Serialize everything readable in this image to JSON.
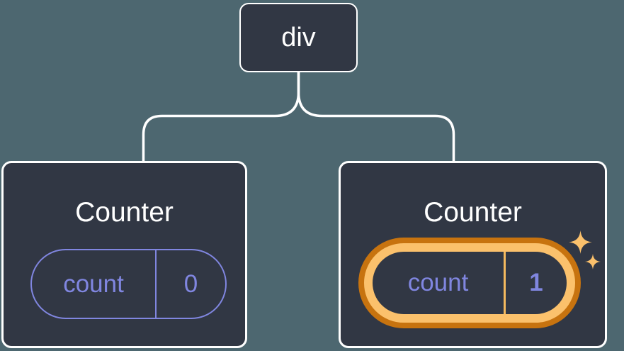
{
  "root_node": {
    "label": "div"
  },
  "nodes": [
    {
      "title": "Counter",
      "state": {
        "name": "count",
        "value": "0"
      },
      "highlighted": false
    },
    {
      "title": "Counter",
      "state": {
        "name": "count",
        "value": "1"
      },
      "highlighted": true
    }
  ],
  "colors": {
    "background": "#4d6770",
    "node_fill": "#313744",
    "node_border": "#ffffff",
    "state_accent_purple": "#8086e0",
    "highlight_ring_outer": "#c7730f",
    "highlight_ring_inner": "#fbc16c",
    "sparkle": "#fbc16c"
  }
}
